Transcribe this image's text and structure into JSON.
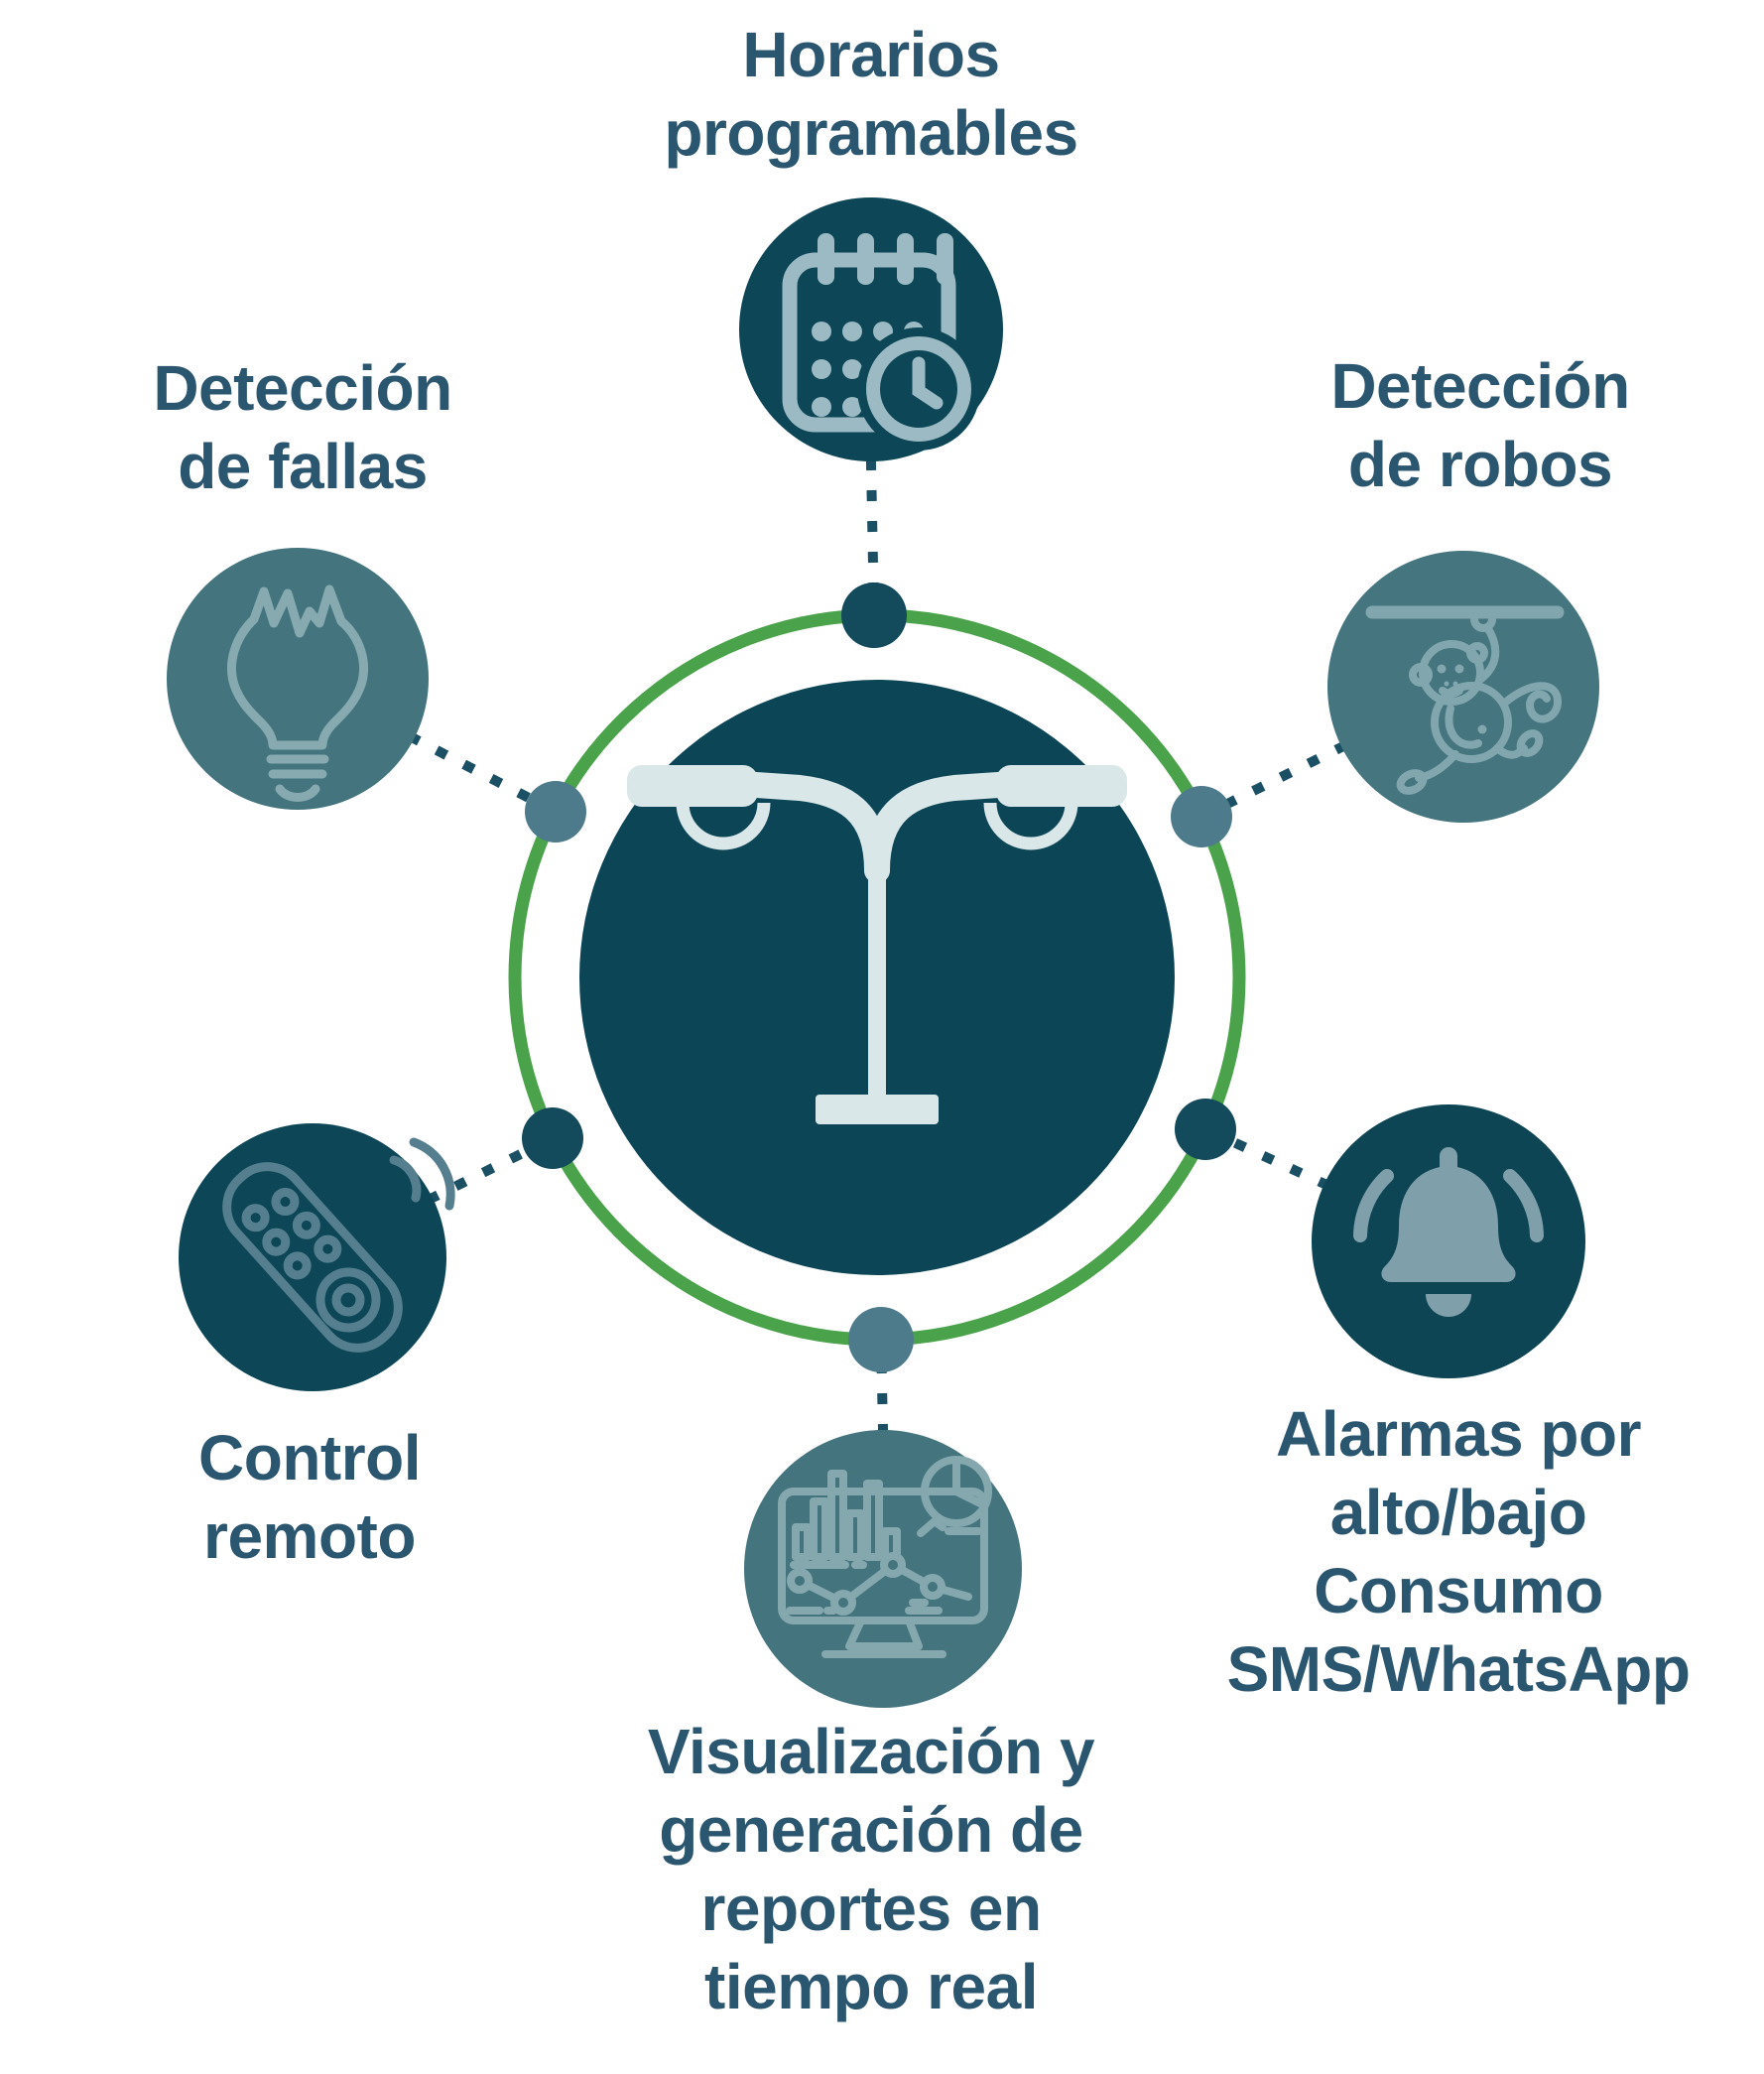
{
  "diagram": {
    "subject": "smart-streetlight-features",
    "center": {
      "icon": "streetlight-icon",
      "ring_color": "#4AA34A",
      "hub_color": "#0C4656",
      "streetlight_color": "#D9E7E9"
    },
    "palette": {
      "text_color": "#2B566F",
      "dark_circle": "#0D4757",
      "medium_circle": "#44757F",
      "node_dark": "#134A5C",
      "node_gray": "#4E7B8B",
      "dotted_line": "#1B5064"
    },
    "features": [
      {
        "id": "horarios",
        "icon": "calendar-clock-icon",
        "lines": [
          "Horarios",
          "programables"
        ]
      },
      {
        "id": "fallas",
        "icon": "broken-bulb-icon",
        "lines": [
          "Detección",
          "de fallas"
        ]
      },
      {
        "id": "robos",
        "icon": "monkey-icon",
        "lines": [
          "Detección",
          "de robos"
        ]
      },
      {
        "id": "remoto",
        "icon": "remote-control-icon",
        "lines": [
          "Control",
          "remoto"
        ]
      },
      {
        "id": "alarmas",
        "icon": "bell-icon",
        "lines": [
          "Alarmas por",
          "alto/bajo",
          "Consumo",
          "SMS/WhatsApp"
        ]
      },
      {
        "id": "visualizacion",
        "icon": "dashboard-monitor-icon",
        "lines": [
          "Visualización y",
          "generación de",
          "reportes en",
          "tiempo real"
        ]
      }
    ]
  }
}
